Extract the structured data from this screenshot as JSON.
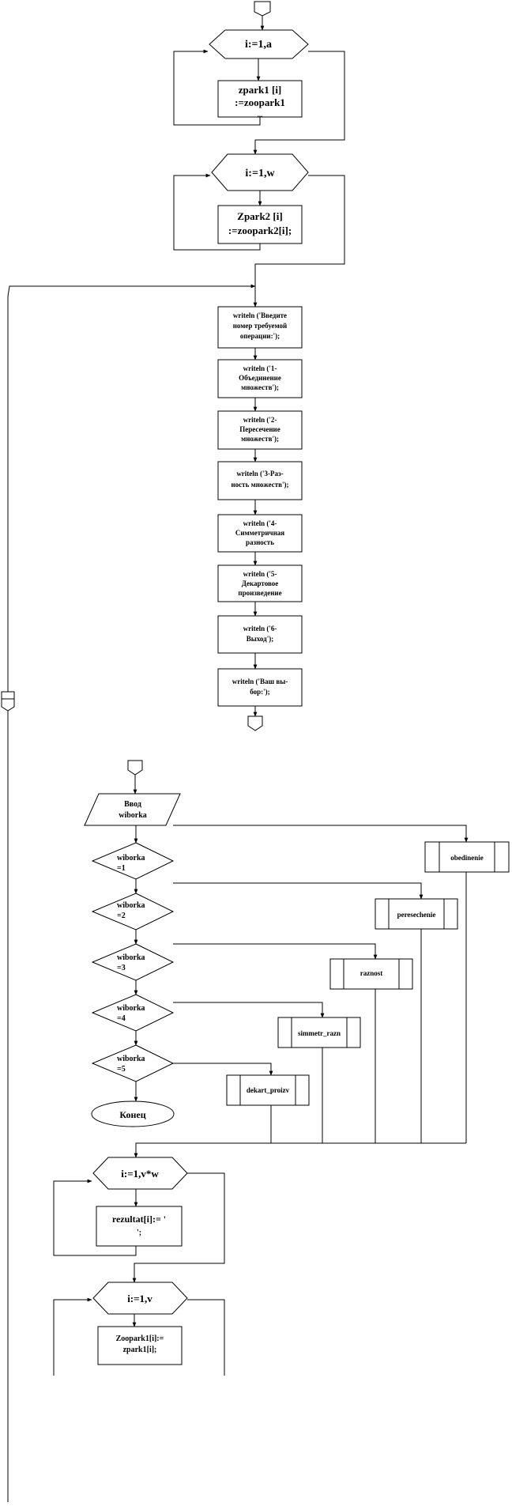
{
  "blocks": {
    "loop1": [
      "i:=1,a"
    ],
    "assign1": [
      "zpark1 [i]",
      ":=zoopark1",
      "..."
    ],
    "loop2": [
      "i:=1,w"
    ],
    "assign2": [
      "Zpark2 [i]",
      ":=zoopark2[i];"
    ],
    "menu": [
      [
        "writeln ('Введите",
        "номер требуемой",
        "операции:');"
      ],
      [
        "writeln ('1-",
        "Объединение",
        "множеств');"
      ],
      [
        "writeln ('2-",
        "Пересечение",
        "множеств');"
      ],
      [
        "writeln ('3-Раз-",
        "ность множеств');"
      ],
      [
        "writeln ('4-",
        "Симметричная",
        "разность"
      ],
      [
        "writeln ('5-",
        "Декартовое",
        "произведение"
      ],
      [
        "writeln ('6-",
        "Выход');"
      ],
      [
        "writeln ('Ваш вы-",
        "бор:');"
      ]
    ],
    "input": [
      "Ввод",
      "wiborka"
    ],
    "decisions": [
      [
        "wiborka",
        "=1"
      ],
      [
        "wiborka",
        "=2"
      ],
      [
        "wiborka",
        "=3"
      ],
      [
        "wiborka",
        "=4"
      ],
      [
        "wiborka",
        "=5"
      ]
    ],
    "procedures": [
      "obedinenie",
      "peresechenie",
      "raznost",
      "simmetr_razn",
      "dekart_proizv"
    ],
    "end": [
      "Конец"
    ],
    "loop3": [
      "i:=1,v*w"
    ],
    "assign3": [
      "rezultat[i]:= '",
      "';"
    ],
    "loop4": [
      "i:=1,v"
    ],
    "assign4": [
      "Zoopark1[i]:=",
      "zpark1[i];"
    ]
  }
}
